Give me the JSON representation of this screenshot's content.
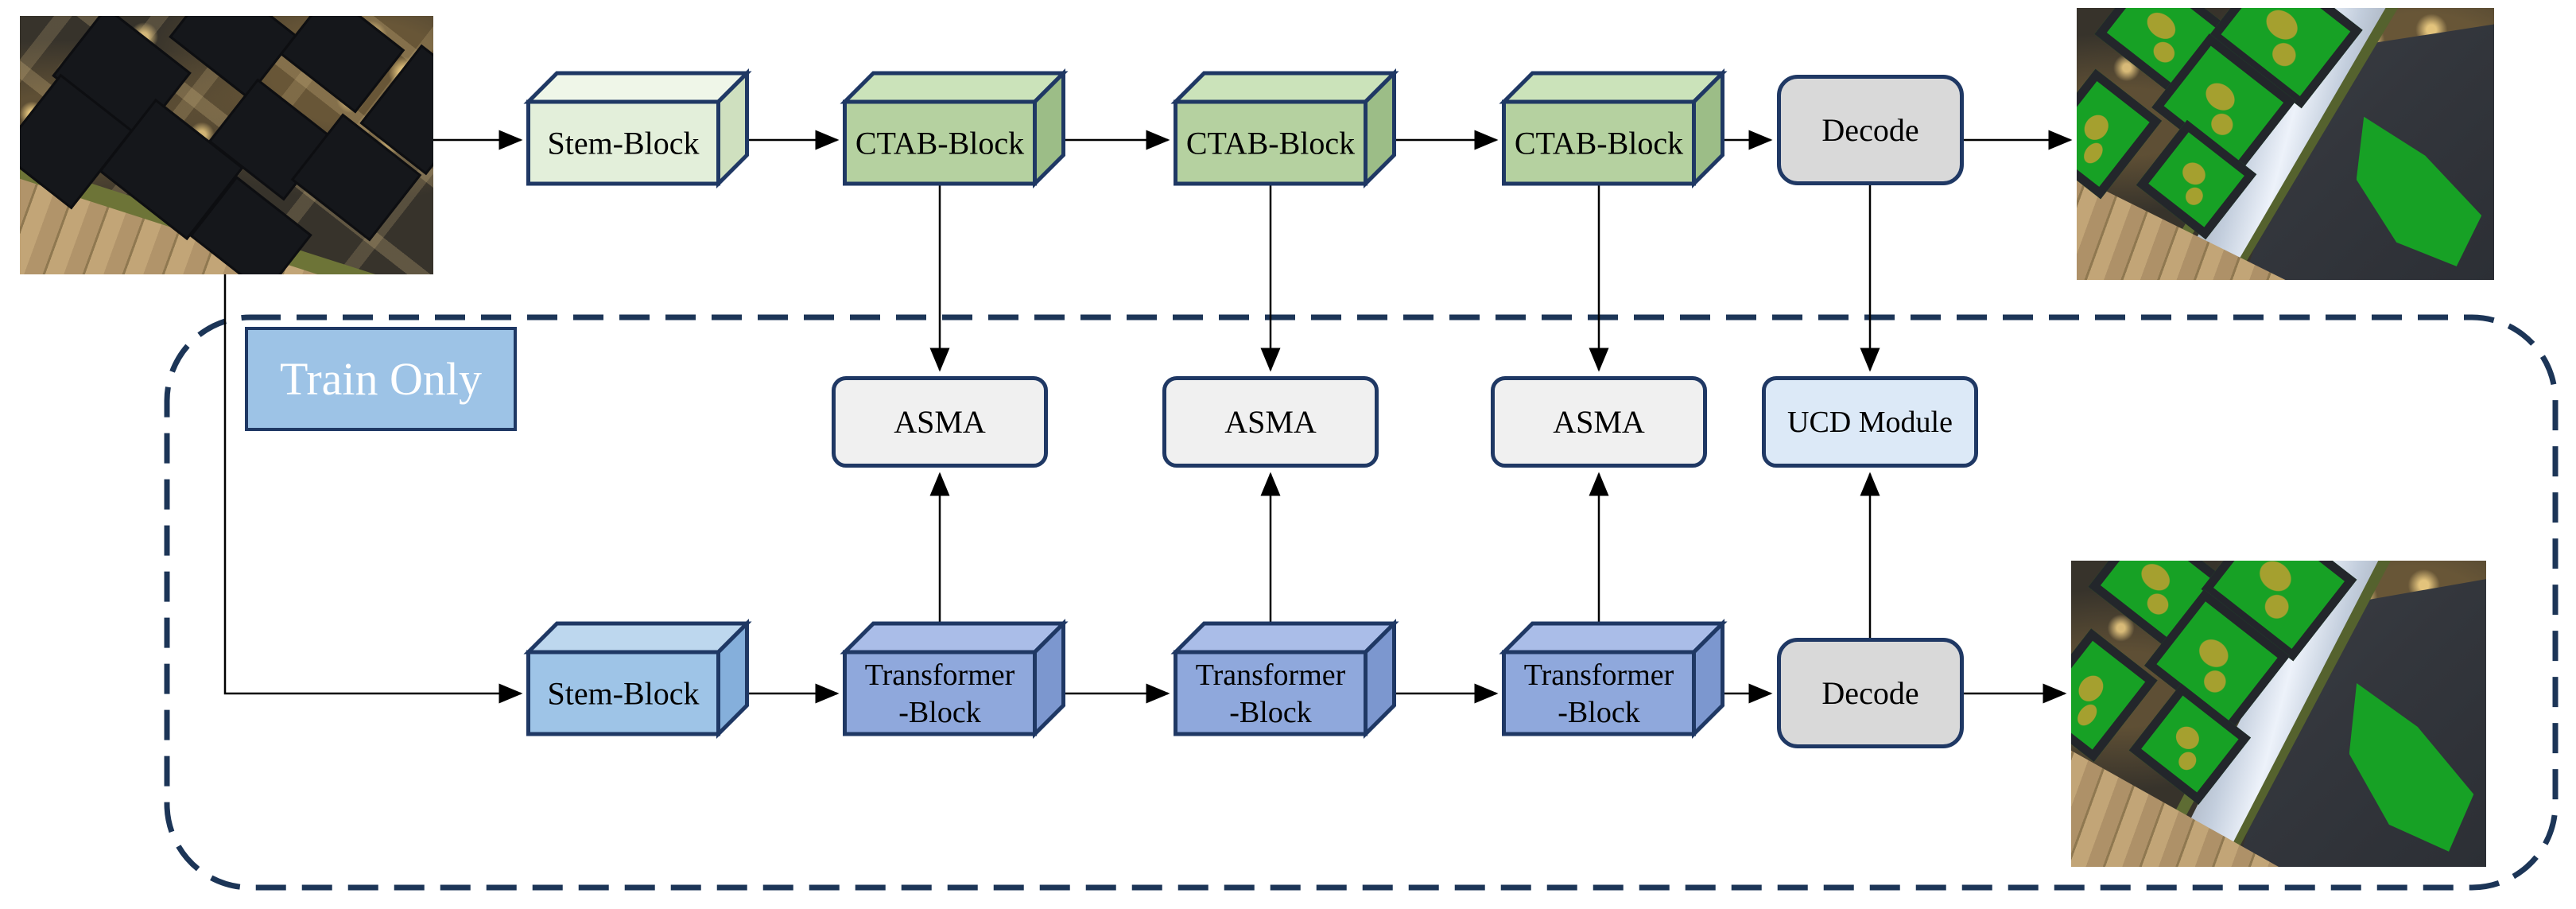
{
  "figure": {
    "train_only_label": "Train Only",
    "top_branch": {
      "stem_label": "Stem-Block",
      "ctab_blocks": [
        "CTAB-Block",
        "CTAB-Block",
        "CTAB-Block"
      ],
      "decode_label": "Decode"
    },
    "middle_row": {
      "asma_blocks": [
        "ASMA",
        "ASMA",
        "ASMA"
      ],
      "ucd_label": "UCD Module"
    },
    "bottom_branch": {
      "stem_label": "Stem-Block",
      "transformer_blocks": [
        {
          "line1": "Transformer",
          "line2": "-Block"
        },
        {
          "line1": "Transformer",
          "line2": "-Block"
        },
        {
          "line1": "Transformer",
          "line2": "-Block"
        }
      ],
      "decode_label": "Decode"
    },
    "colors": {
      "outline_navy": "#1F3864",
      "dashed_border": "#1C3557",
      "stem_top_face": "#E3EFDA",
      "ctab_face": "#B5D1A0",
      "stem_bottom_face": "#9EC4E7",
      "transformer_face": "#8FA8DC",
      "decode_fill": "#D9D9D9",
      "asma_fill": "#F0F0F0",
      "ucd_fill": "#DCE9F7",
      "train_only_fill": "#9DC3E6",
      "segmentation_green": "#17A125",
      "arrow_color": "#000000"
    }
  }
}
